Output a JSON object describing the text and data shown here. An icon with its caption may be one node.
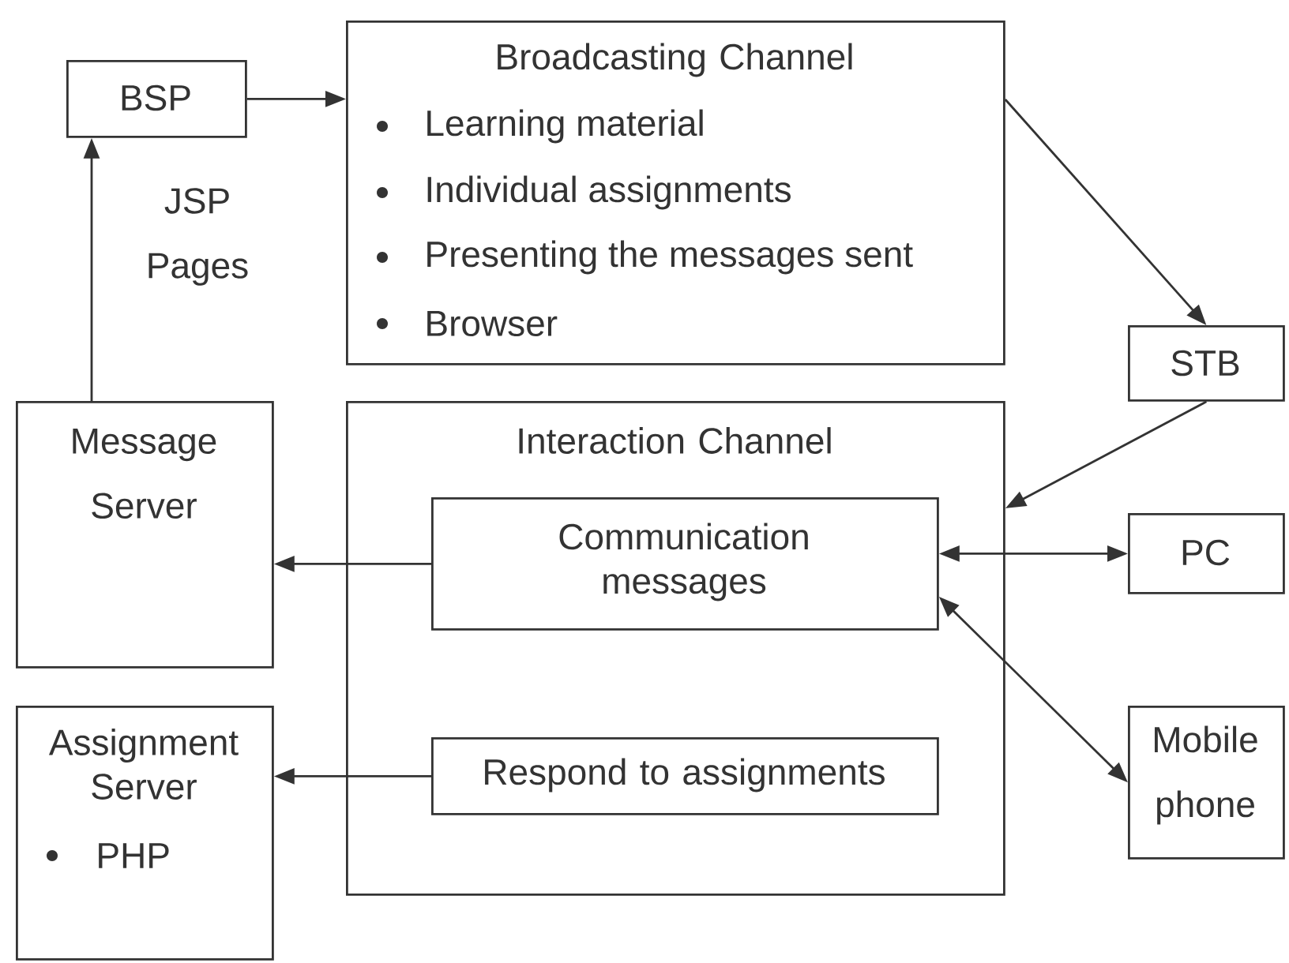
{
  "diagram": {
    "nodes": [
      {
        "text": [
          "BSP"
        ]
      },
      {
        "text": [
          "Broadcasting Channel",
          "Learning material",
          "Individual assignments",
          "Presenting the messages sent",
          "Browser"
        ]
      },
      {
        "text": [
          "STB"
        ]
      },
      {
        "text": [
          "Message Server"
        ]
      },
      {
        "text": [
          "Interaction Channel"
        ]
      },
      {
        "text": [
          "Communication messages"
        ],
        "in": 4
      },
      {
        "text": [
          "Respond to assignments"
        ],
        "in": 4
      },
      {
        "text": [
          "PC"
        ]
      },
      {
        "text": [
          "Mobile phone"
        ]
      },
      {
        "text": [
          "Assignment Server",
          "PHP"
        ]
      }
    ],
    "edges": [
      {
        "from": 3,
        "to": 0,
        "arrow": "to",
        "label": "JSP Pages"
      },
      {
        "from": 0,
        "to": 1,
        "arrow": "to"
      },
      {
        "from": 1,
        "to": 2,
        "arrow": "to"
      },
      {
        "from": 2,
        "to": 4,
        "arrow": "to"
      },
      {
        "from": 5,
        "to": 3,
        "arrow": "to"
      },
      {
        "from": 5,
        "to": 7,
        "arrow": "both"
      },
      {
        "from": 5,
        "to": 8,
        "arrow": "both"
      },
      {
        "from": 6,
        "to": 9,
        "arrow": "to"
      }
    ]
  }
}
